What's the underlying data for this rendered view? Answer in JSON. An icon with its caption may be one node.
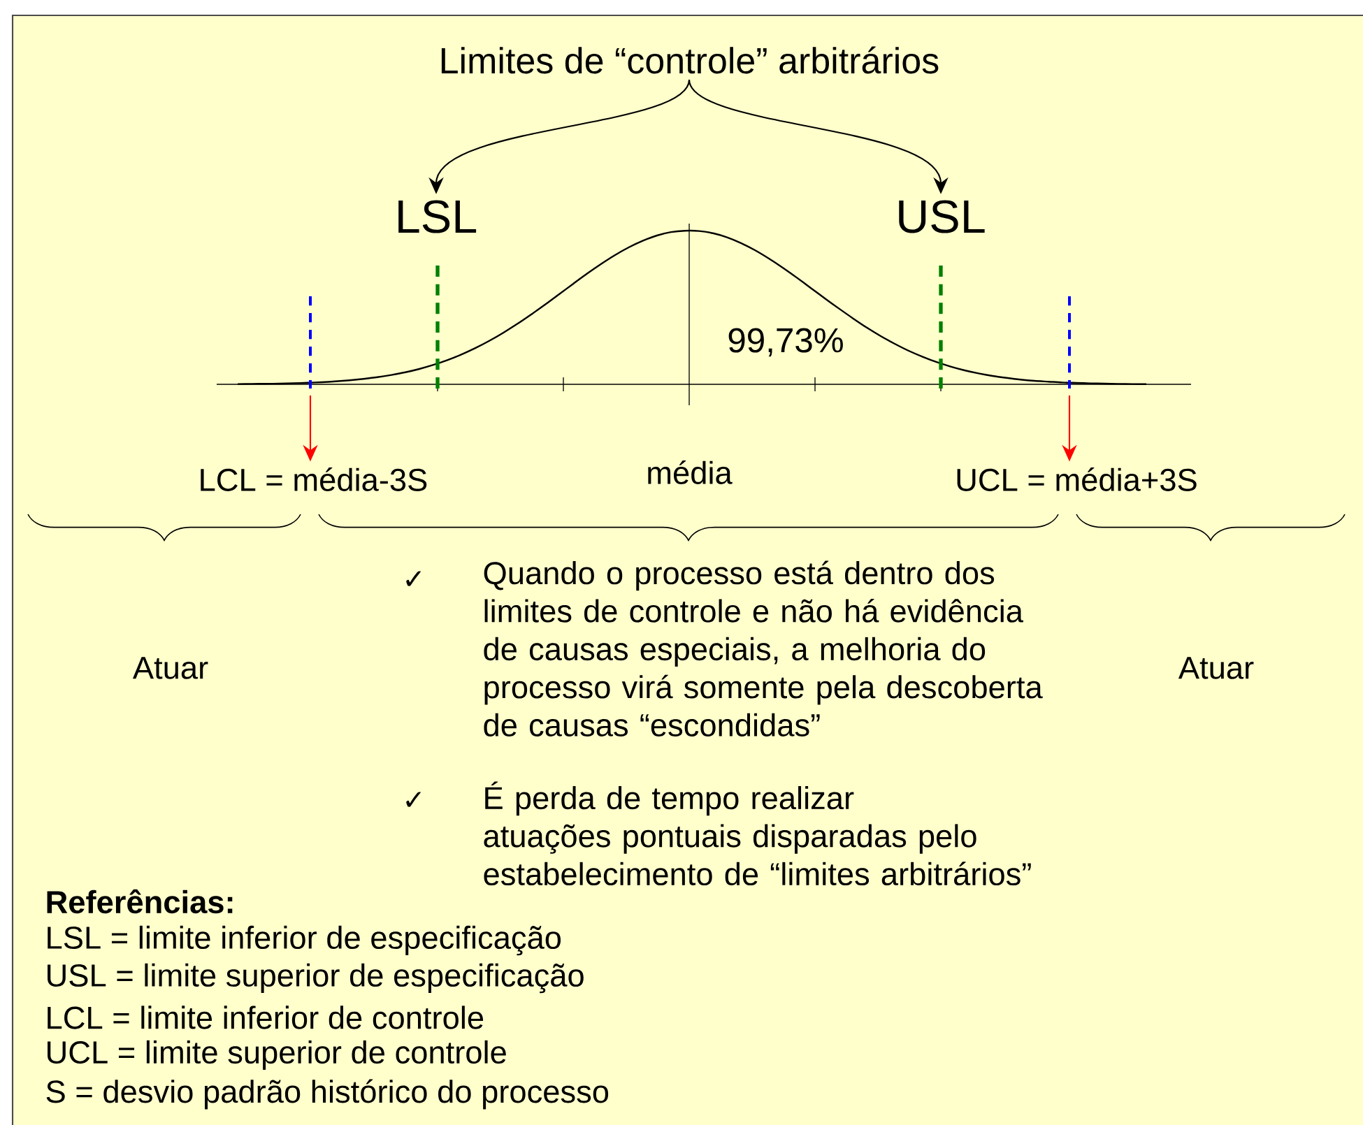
{
  "diagram": {
    "nodes": [
      {
        "text": [
          "Limites de “controle” arbitrários"
        ]
      },
      {
        "text": [
          "LSL"
        ]
      },
      {
        "text": [
          "USL"
        ]
      },
      {
        "text": [
          "LCL = média-3S"
        ]
      },
      {
        "text": [
          "UCL = média+3S"
        ]
      }
    ],
    "edges": [
      {
        "from": 0,
        "to": 1,
        "arrow": "to"
      },
      {
        "from": 0,
        "to": 2,
        "arrow": "to"
      },
      {
        "from": null,
        "to": 3,
        "arrow": "to",
        "color": "#ff0000"
      },
      {
        "from": null,
        "to": 4,
        "arrow": "to",
        "color": "#ff0000"
      }
    ],
    "labels": [
      "99,73%",
      "média",
      "Atuar",
      "✓",
      "Quando o processo está dentro dos limites de controle e não há evidência de causas especiais, a melhoria do processo virá somente pela descoberta de causas “escondidas”",
      "Atuar",
      "✓",
      "É perda de tempo realizar atuações pontuais disparadas pelo estabelecimento de “limites arbitrários”",
      "Referências:",
      "LSL = limite inferior de especificação",
      "USL = limite superior de especificação",
      "LCL = limite inferior de controle",
      "UCL = limite superior de controle",
      "S = desvio padrão histórico do processo"
    ]
  }
}
